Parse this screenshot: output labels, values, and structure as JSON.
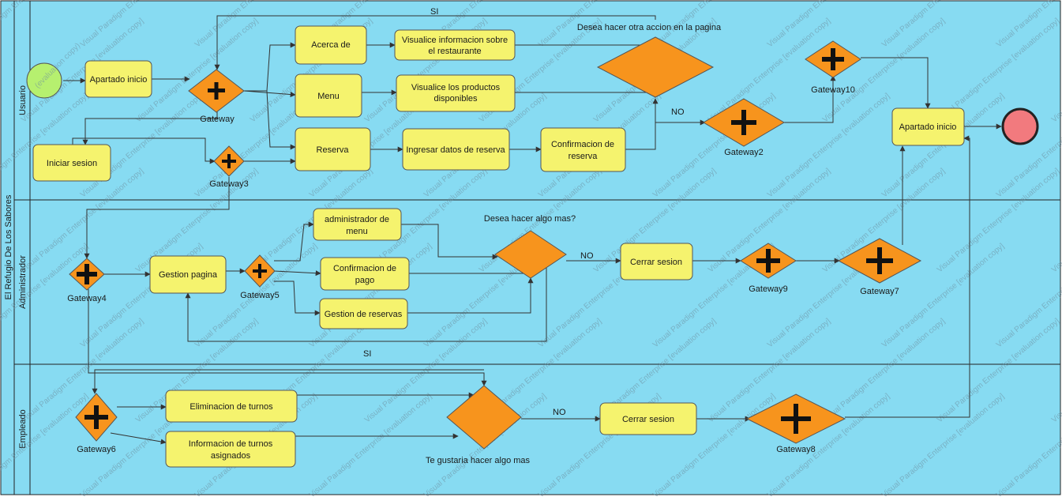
{
  "diagram": {
    "pool_name": "El Refugio De Los Sabores",
    "lanes": [
      "Usuario",
      "Administrador",
      "Empleado"
    ],
    "tasks": {
      "apartado_inicio_user": "Apartado inicio",
      "acerca_de": "Acerca de",
      "menu": "Menu",
      "reserva": "Reserva",
      "visualice_info": [
        "Visualice informacion sobre",
        "el restaurante"
      ],
      "visualice_productos": [
        "Visualice los productos",
        "disponibles"
      ],
      "ingresar_datos": "Ingresar datos de reserva",
      "confirmacion_reserva": [
        "Confirmacion de",
        "reserva"
      ],
      "iniciar_sesion": "Iniciar sesion",
      "apartado_inicio_final": "Apartado inicio",
      "gestion_pagina": "Gestion pagina",
      "administrador_menu": [
        "administrador de",
        "menu"
      ],
      "confirmacion_pago": [
        "Confirmacion de",
        "pago"
      ],
      "gestion_reservas": "Gestion de reservas",
      "cerrar_sesion_admin": "Cerrar sesion",
      "eliminacion_turnos": "Eliminacion de turnos",
      "informacion_turnos": [
        "Informacion de turnos",
        "asignados"
      ],
      "cerrar_sesion_emp": "Cerrar sesion"
    },
    "gateways": {
      "gateway": "Gateway",
      "gateway2": "Gateway2",
      "gateway3": "Gateway3",
      "gateway4": "Gateway4",
      "gateway5": "Gateway5",
      "gateway6": "Gateway6",
      "gateway7": "Gateway7",
      "gateway8": "Gateway8",
      "gateway9": "Gateway9",
      "gateway10": "Gateway10"
    },
    "decisions": {
      "otra_accion": "Desea hacer otra accion en la pagina",
      "algo_mas": "Desea hacer algo mas?",
      "gustaria": "Te gustaria hacer algo mas"
    },
    "flow_labels": {
      "si_top": "SI",
      "no_user": "NO",
      "no_admin": "NO",
      "si_admin": "SI",
      "no_emp": "NO"
    },
    "start_event_label": "(evaluation copy)",
    "watermark": "Visual Paradigm Enterprise [evaluation copy]",
    "colors": {
      "lane_fill": "#87dbf2",
      "task_fill": "#f5f36e",
      "gateway_fill": "#f7941d",
      "start_fill": "#b6f06f",
      "end_fill": "#f27a7e"
    }
  }
}
